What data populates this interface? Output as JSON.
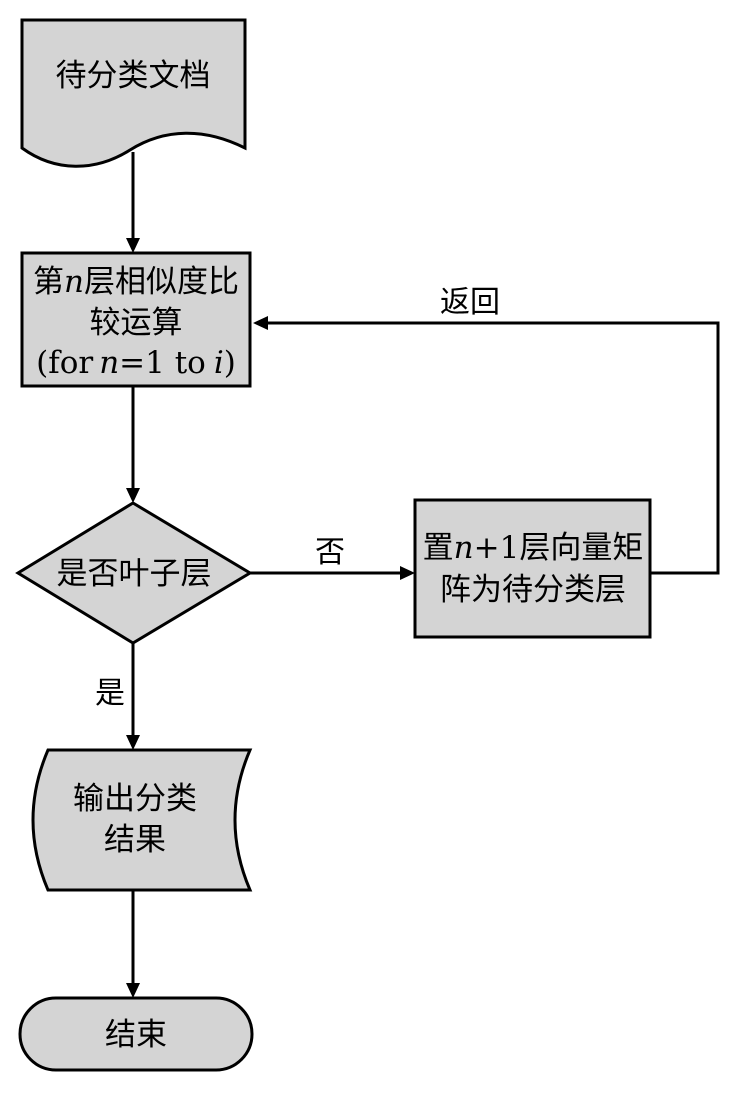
{
  "nodes": {
    "start": "待分类文档",
    "compare": {
      "line1_a": "第",
      "line1_n": "n",
      "line1_b": "层相似度比",
      "line2": "较运算",
      "line3_a": "(for",
      "line3_n": "n",
      "line3_b": "=1 to",
      "line3_i": "i",
      "line3_c": ")"
    },
    "decision": "是否叶子层",
    "set_layer": {
      "line1_a": "置",
      "line1_n": "n",
      "line1_b": "+1层向量矩",
      "line2": "阵为待分类层"
    },
    "output": {
      "line1": "输出分类",
      "line2": "结果"
    },
    "end": "结束"
  },
  "edges": {
    "no": "否",
    "yes": "是",
    "back": "返回"
  },
  "colors": {
    "fill": "#d4d4d4",
    "stroke": "#000000"
  }
}
